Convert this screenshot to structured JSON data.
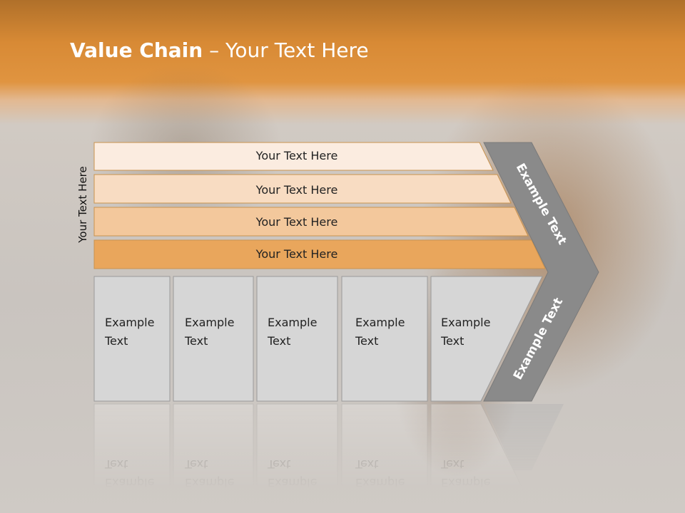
{
  "slide": {
    "title_bold": "Value Chain",
    "title_rest": " – Your Text Here",
    "side_label": "Your Text Here"
  },
  "bands": [
    {
      "label": "Your Text Here",
      "color": "#fbece0"
    },
    {
      "label": "Your Text Here",
      "color": "#f8dcc2"
    },
    {
      "label": "Your Text Here",
      "color": "#f3c89c"
    },
    {
      "label": "Your Text Here",
      "color": "#e9a65c"
    }
  ],
  "boxes": [
    {
      "line1": "Example",
      "line2": "Text"
    },
    {
      "line1": "Example",
      "line2": "Text"
    },
    {
      "line1": "Example",
      "line2": "Text"
    },
    {
      "line1": "Example",
      "line2": "Text"
    },
    {
      "line1": "Example",
      "line2": "Text"
    }
  ],
  "chevron": {
    "upper_text": "Example Text",
    "lower_text": "Example Text",
    "color": "#8a8a8a"
  },
  "colors": {
    "box_fill": "#d6d6d6",
    "box_border": "#9a9a9a",
    "band_border": "#c9934f"
  }
}
